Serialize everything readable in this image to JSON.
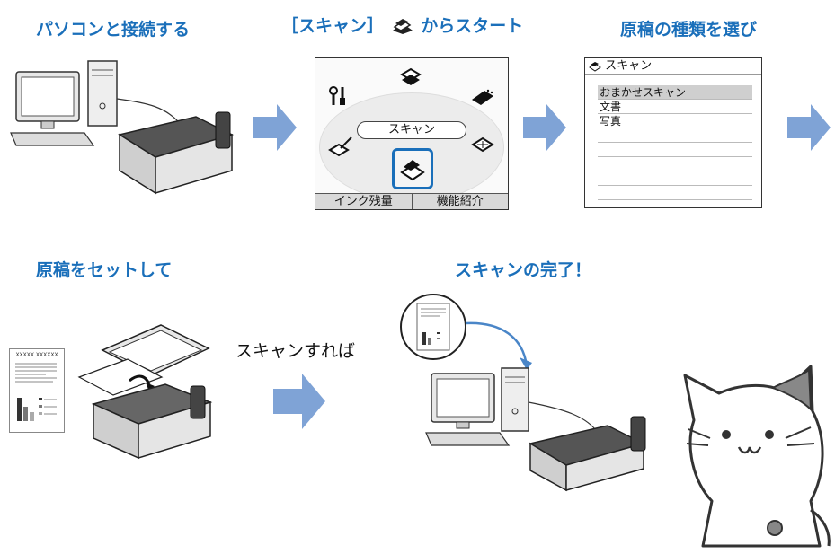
{
  "titles": {
    "step1": "パソコンと接続する",
    "step2": "［スキャン］",
    "step2_suffix": "からスタート",
    "step3": "原稿の種類を選び",
    "step4": "原稿をセットして",
    "step5": "スキャンの完了！"
  },
  "screen_menu": {
    "center_label": "スキャン",
    "bottom_left": "インク残量",
    "bottom_right": "機能紹介"
  },
  "screen_type": {
    "header": "スキャン",
    "rows": [
      "おまかせスキャン",
      "文書",
      "写真"
    ]
  },
  "scan_caption": "スキャンすれば",
  "doc_header": "XXXXX XXXXXX",
  "colors": {
    "accent": "#1a6fba",
    "arrow": "#7fa3d6"
  }
}
